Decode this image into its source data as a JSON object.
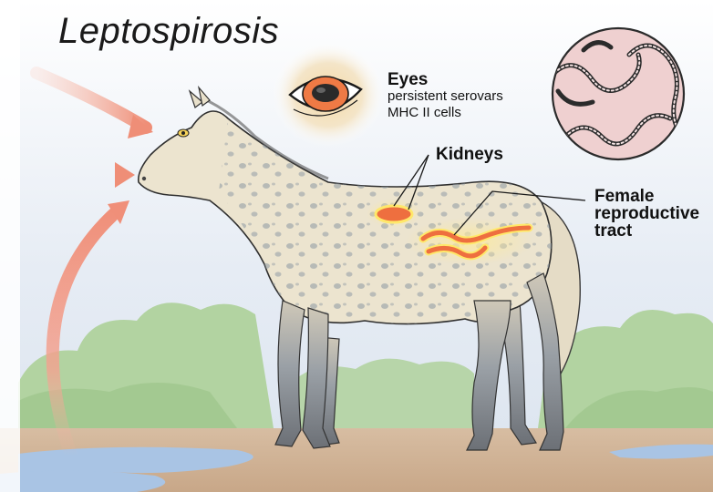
{
  "title": "Leptospirosis",
  "labels": {
    "eyes": "Eyes",
    "eyes_detail_1": "persistent serovars",
    "eyes_detail_2": "MHC II cells",
    "kidneys": "Kidneys",
    "repro_1": "Female",
    "repro_2": "reproductive",
    "repro_3": "tract"
  },
  "colors": {
    "sky": "#dfe6f0",
    "hedge": "#a9cc97",
    "ground": "#c9ab8f",
    "water": "#a6c2e3",
    "arrow": "#f29a86",
    "organ": "#ee6f3f",
    "highlight": "#ffe86a",
    "horse_body": "#ece4cf",
    "horse_spots": "#8e9aa3"
  }
}
